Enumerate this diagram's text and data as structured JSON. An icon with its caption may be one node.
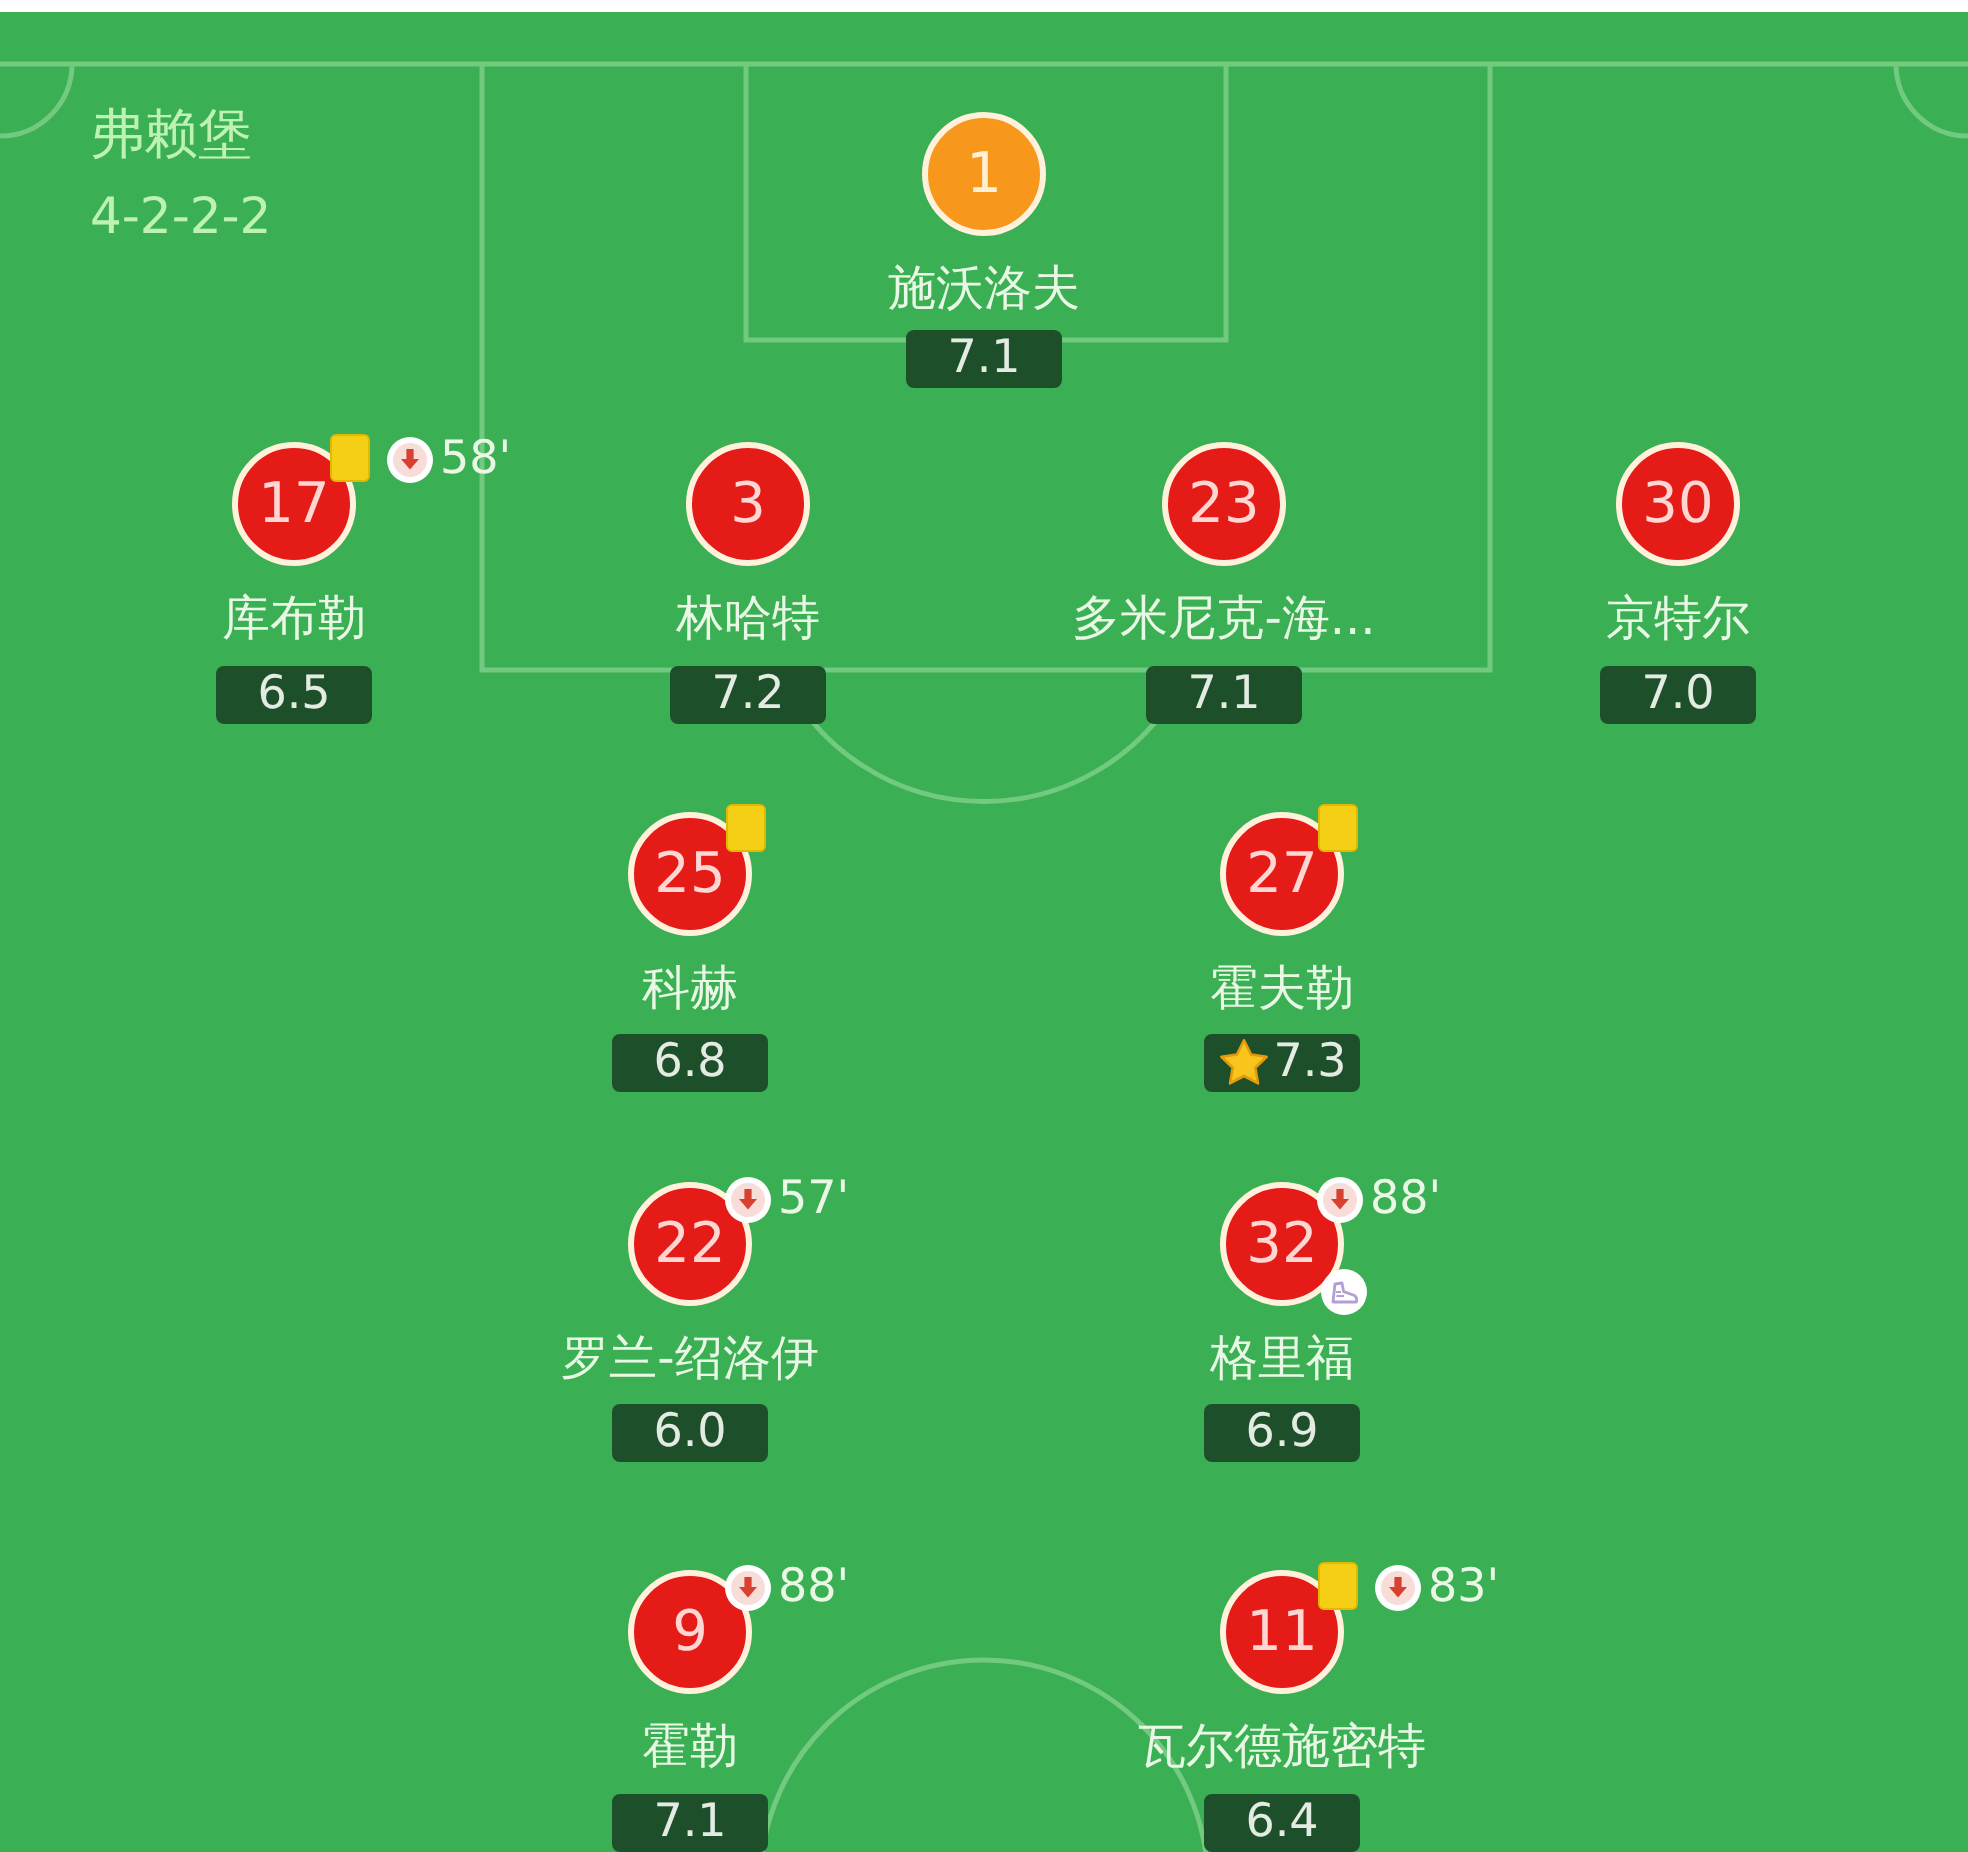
{
  "diagram": {
    "nodes": [
      {
        "text": [
          "1"
        ],
        "beside": [
          "施沃洛夫"
        ]
      },
      {
        "text": [
          "7.1"
        ]
      },
      {
        "text": [
          "17"
        ],
        "beside": [
          "库布勒",
          "58'"
        ]
      },
      {
        "text": [
          "6.5"
        ]
      },
      {
        "text": [
          "3"
        ],
        "beside": [
          "林哈特"
        ]
      },
      {
        "text": [
          "7.2"
        ]
      },
      {
        "text": [
          "23"
        ],
        "beside": [
          "多米尼克-海..."
        ]
      },
      {
        "text": [
          "7.1"
        ]
      },
      {
        "text": [
          "30"
        ],
        "beside": [
          "京特尔"
        ]
      },
      {
        "text": [
          "7.0"
        ]
      },
      {
        "text": [
          "25"
        ],
        "beside": [
          "科赫"
        ]
      },
      {
        "text": [
          "6.8"
        ]
      },
      {
        "text": [
          "27"
        ],
        "beside": [
          "霍夫勒"
        ]
      },
      {
        "text": [
          "7.3"
        ]
      },
      {
        "text": [
          "22"
        ],
        "beside": [
          "罗兰-绍洛伊",
          "57'"
        ]
      },
      {
        "text": [
          "6.0"
        ]
      },
      {
        "text": [
          "32"
        ],
        "beside": [
          "格里福",
          "88'"
        ]
      },
      {
        "text": [
          "6.9"
        ]
      },
      {
        "text": [
          "9"
        ],
        "beside": [
          "霍勒",
          "88'"
        ]
      },
      {
        "text": [
          "7.1"
        ]
      },
      {
        "text": [
          "11"
        ],
        "beside": [
          "瓦尔德施密特",
          "83'"
        ]
      },
      {
        "text": [
          "6.4"
        ]
      }
    ],
    "labels": [
      "弗赖堡",
      "4-2-2-2"
    ]
  }
}
